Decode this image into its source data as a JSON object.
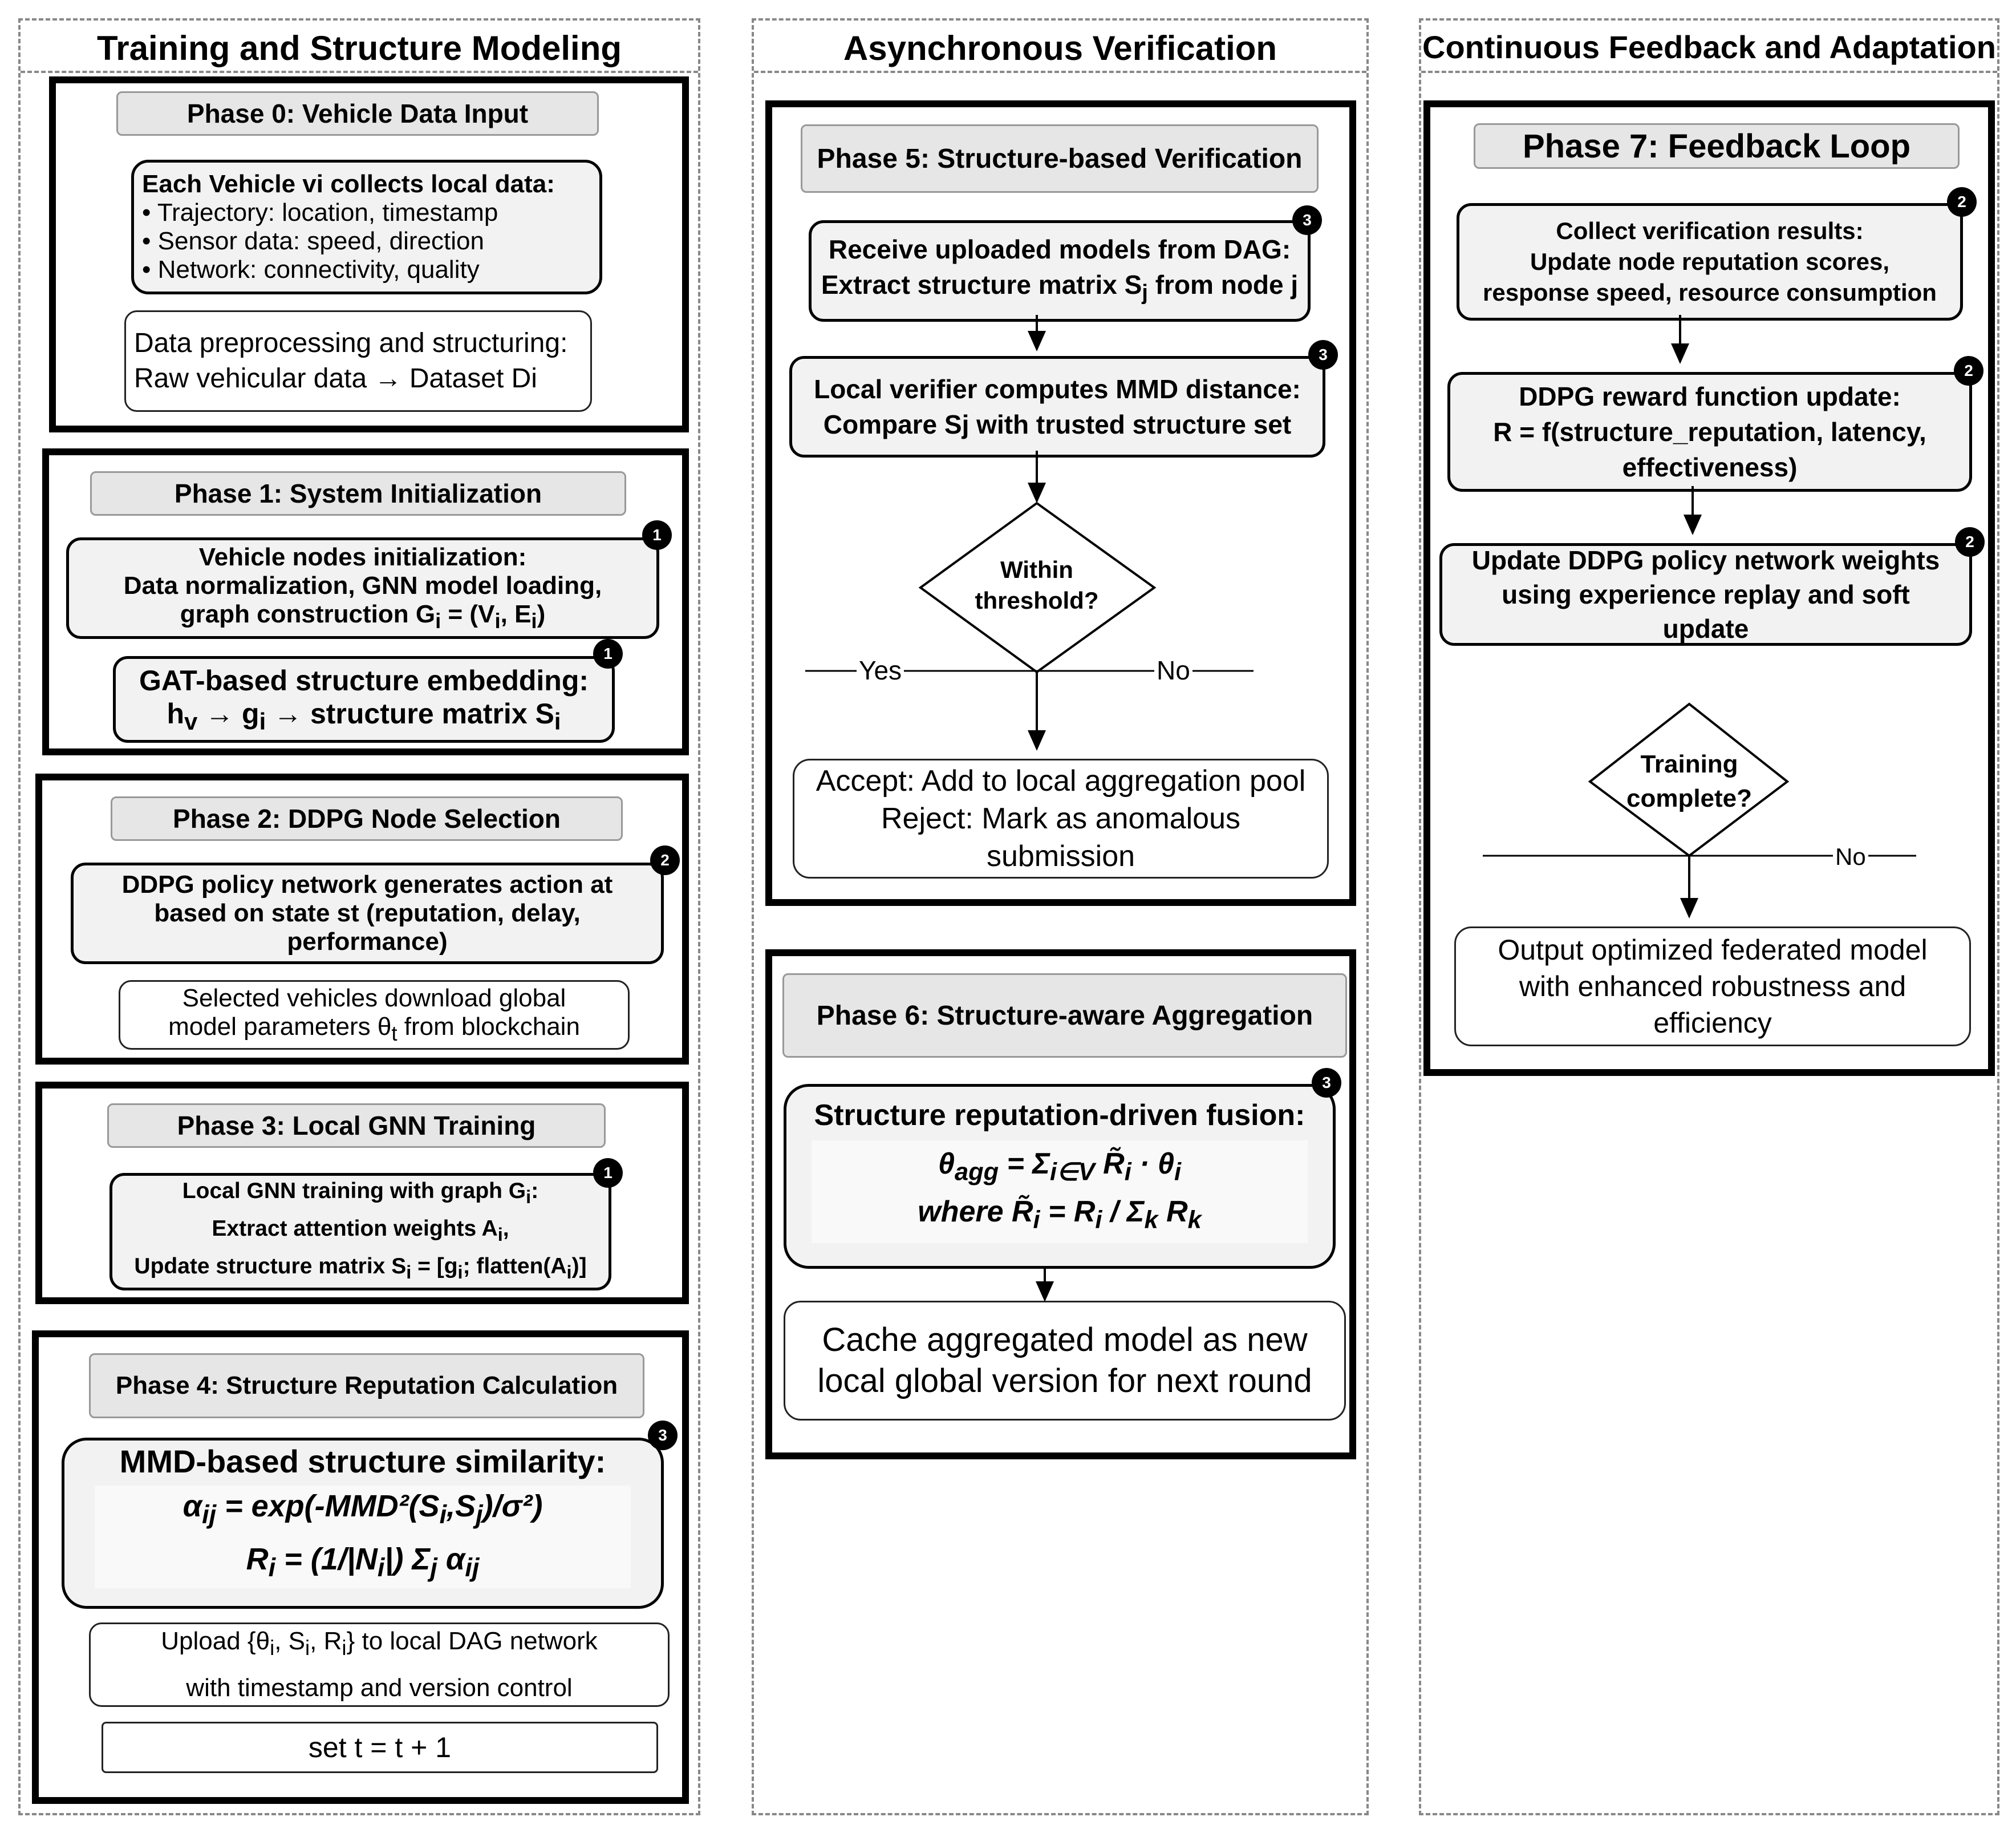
{
  "lanes": {
    "training": "Training and Structure Modeling",
    "verification": "Asynchronous Verification",
    "feedback": "Continuous Feedback and Adaptation"
  },
  "phase0": {
    "title": "Phase 0: Vehicle Data Input",
    "collect": [
      "Each Vehicle vi collects local data:",
      "• Trajectory: location, timestamp",
      "• Sensor data: speed, direction",
      "• Network: connectivity, quality"
    ],
    "preprocess": [
      "Data preprocessing and structuring:",
      "Raw vehicular data → Dataset Di"
    ]
  },
  "phase1": {
    "title": "Phase 1: System Initialization",
    "init": [
      "Vehicle nodes initialization:",
      "Data normalization, GNN model loading,",
      "graph construction G",
      "i",
      " = (V",
      "i",
      ", E",
      "i",
      ")"
    ],
    "embed": [
      "GAT-based structure embedding:",
      "h",
      "v",
      " → g",
      "i",
      " → structure matrix S",
      "i"
    ],
    "badge_a": "1",
    "badge_b": "1"
  },
  "phase2": {
    "title": "Phase 2: DDPG Node Selection",
    "policy": [
      "DDPG policy network generates action at",
      "based on state st (reputation, delay,",
      "performance)"
    ],
    "download": [
      "Selected vehicles download global",
      "model parameters θ",
      "t",
      " from blockchain"
    ],
    "badge": "2"
  },
  "phase3": {
    "title": "Phase 3: Local GNN Training",
    "train": [
      "Local GNN training with graph G",
      "i",
      ":",
      "Extract attention weights A",
      "i",
      ",",
      "Update structure matrix S",
      "i",
      " = [g",
      "i",
      "; flatten(A",
      "i",
      ")]"
    ],
    "badge": "1"
  },
  "phase4": {
    "title": "Phase 4: Structure Reputation Calculation",
    "heading": "MMD-based structure similarity:",
    "formula": [
      "α",
      "ij",
      " = exp(-MMD²(S",
      "i",
      ",S",
      "j",
      ")/σ²)",
      "R",
      "i",
      " = (1/|N",
      "i",
      "|) Σ",
      "j",
      " α",
      "ij"
    ],
    "upload": [
      "Upload {θ",
      "i",
      ", S",
      "i",
      ", R",
      "i",
      "} to local DAG network",
      "with timestamp and version control"
    ],
    "step": "set t = t + 1",
    "badge": "3"
  },
  "phase5": {
    "title": "Phase 5: Structure-based Verification",
    "receive": [
      "Receive uploaded models from DAG:",
      "Extract structure matrix S",
      "j",
      " from node j"
    ],
    "compute": [
      "Local verifier computes MMD distance:",
      "Compare Sj with trusted structure set"
    ],
    "decision": [
      "Within",
      "threshold?"
    ],
    "yes": "Yes",
    "no": "No",
    "result": [
      "Accept: Add to local aggregation pool",
      "Reject: Mark as anomalous",
      "submission"
    ],
    "badge_a": "3",
    "badge_b": "3"
  },
  "phase6": {
    "title": "Phase 6: Structure-aware Aggregation",
    "heading": "Structure reputation-driven fusion:",
    "formula": [
      "θ",
      "agg",
      " = Σ",
      "i∈V",
      " R̃",
      "i",
      " · θ",
      "i",
      "where R̃",
      "i",
      " = R",
      "i",
      " / Σ",
      "k",
      " R",
      "k"
    ],
    "cache": [
      "Cache aggregated model as new",
      "local global version for next round"
    ],
    "badge": "3"
  },
  "phase7": {
    "title": "Phase 7: Feedback Loop",
    "collect": [
      "Collect verification results:",
      "Update node reputation scores,",
      "response speed, resource consumption"
    ],
    "reward": [
      "DDPG reward function update:",
      "R = f(structure_reputation, latency,",
      "effectiveness)"
    ],
    "update": [
      "Update DDPG policy network weights",
      "using experience replay and soft",
      "update"
    ],
    "decision": [
      "Training",
      "complete?"
    ],
    "no": "No",
    "output": [
      "Output optimized federated model",
      "with enhanced robustness and",
      "efficiency"
    ],
    "badge_a": "2",
    "badge_b": "2",
    "badge_c": "2"
  }
}
